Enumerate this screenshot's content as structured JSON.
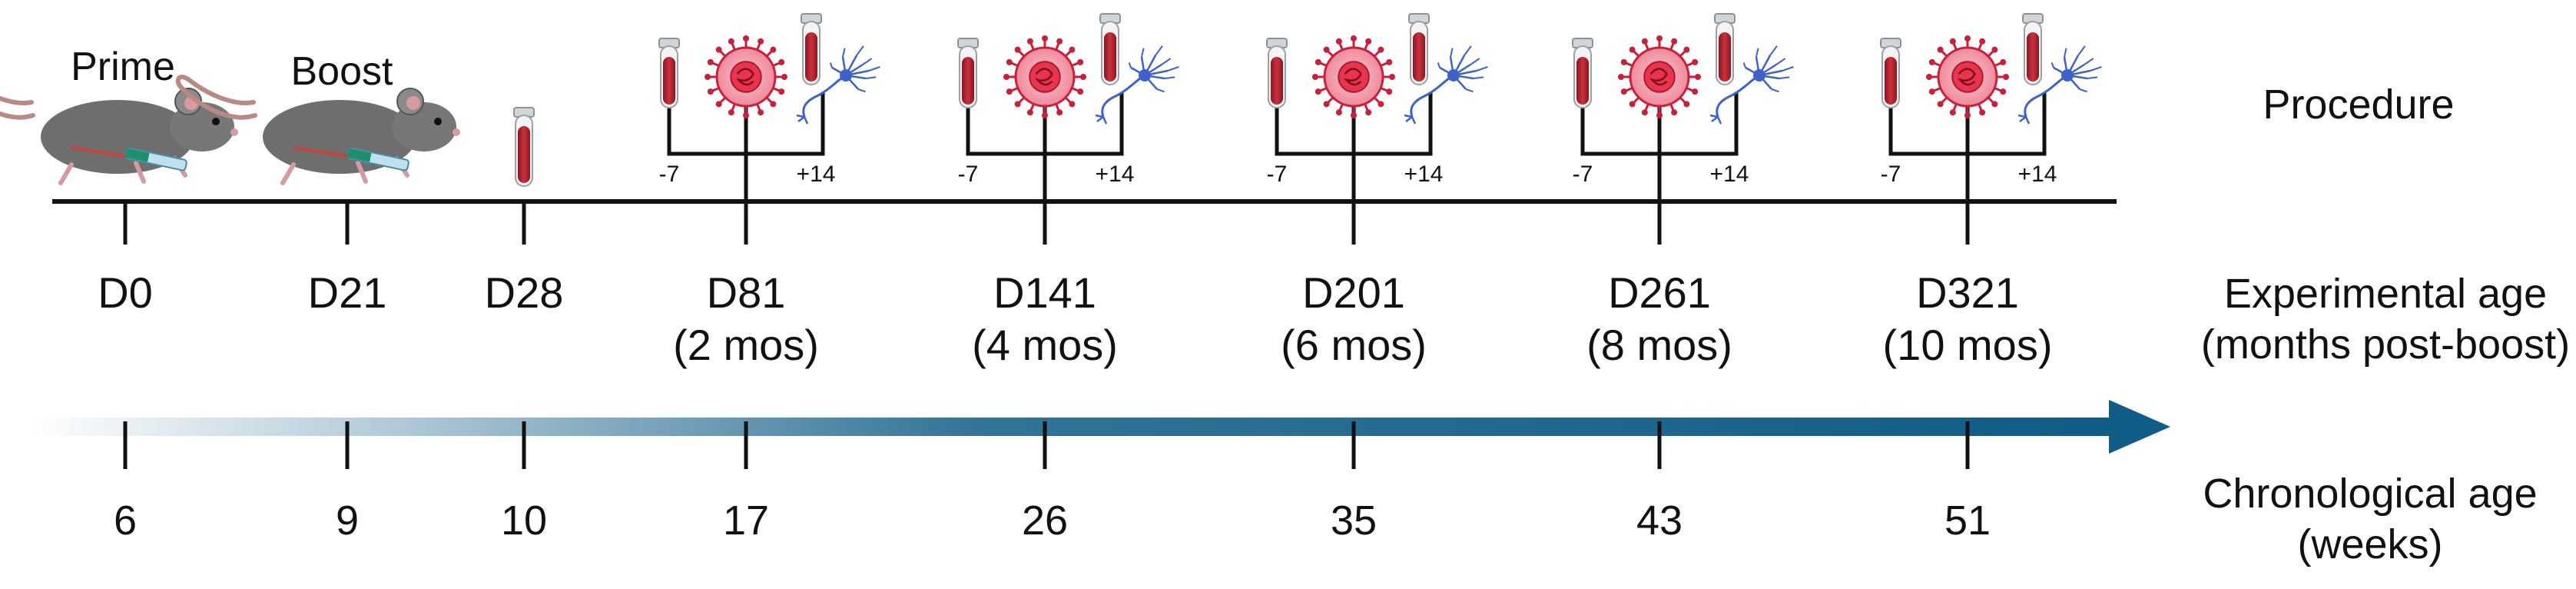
{
  "labels": {
    "prime": "Prime",
    "boost": "Boost",
    "procedure": "Procedure",
    "experimental_age_line1": "Experimental age",
    "experimental_age_line2": "(months post-boost)",
    "chronological_age_line1": "Chronological age",
    "chronological_age_line2": "(weeks)"
  },
  "timepoints": [
    {
      "day": "D0",
      "months": "",
      "week": "6",
      "icon": "mouse-injection-icon"
    },
    {
      "day": "D21",
      "months": "",
      "week": "9",
      "icon": "mouse-injection-icon"
    },
    {
      "day": "D28",
      "months": "",
      "week": "10",
      "icon": "blood-tube-icon"
    },
    {
      "day": "D81",
      "months": "(2 mos)",
      "week": "17",
      "icon": "procedure-group-icon"
    },
    {
      "day": "D141",
      "months": "(4 mos)",
      "week": "26",
      "icon": "procedure-group-icon"
    },
    {
      "day": "D201",
      "months": "(6 mos)",
      "week": "35",
      "icon": "procedure-group-icon"
    },
    {
      "day": "D261",
      "months": "(8 mos)",
      "week": "43",
      "icon": "procedure-group-icon"
    },
    {
      "day": "D321",
      "months": "(10 mos)",
      "week": "51",
      "icon": "procedure-group-icon"
    }
  ],
  "bracket": {
    "left": "-7",
    "right": "+14"
  },
  "colors": {
    "arrow": "#0f5c86",
    "blood": "#b5242f",
    "virus": "#e8344d",
    "neuron": "#3f62c8",
    "mouse": "#6b6b6b",
    "line": "#111111"
  }
}
